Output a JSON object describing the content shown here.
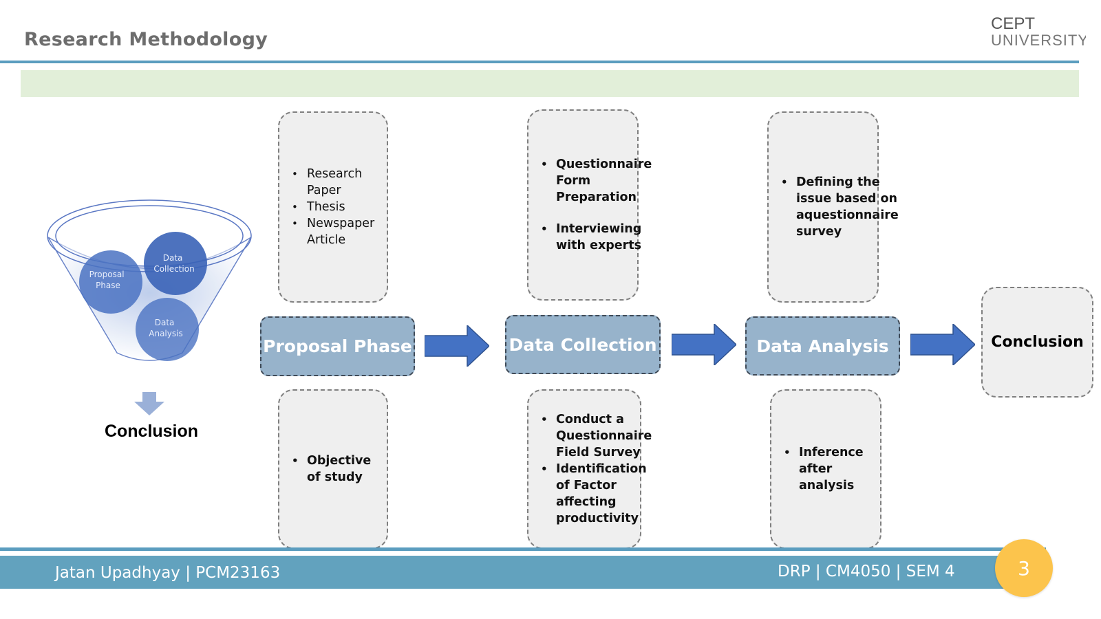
{
  "header": {
    "title": "Research Methodology",
    "logo_line1": "CEPT",
    "logo_line2": "UNIVERSITY"
  },
  "funnel": {
    "circles": [
      "Proposal Phase",
      "Data Collection",
      "Data Analysis"
    ],
    "circle_lines": {
      "proposal": [
        "Proposal",
        "Phase"
      ],
      "collection": [
        "Data",
        "Collection"
      ],
      "analysis": [
        "Data",
        "Analysis"
      ]
    },
    "result": "Conclusion"
  },
  "phases": [
    {
      "label": "Proposal Phase",
      "above": [
        "Research Paper",
        "Thesis",
        "Newspaper Article"
      ],
      "below": [
        "Objective of study"
      ]
    },
    {
      "label": "Data Collection",
      "above": [
        "Questionnaire Form Preparation",
        "Interviewing with experts"
      ],
      "below": [
        "Conduct a Questionnaire Field Survey",
        "Identification of Factor affecting productivity"
      ]
    },
    {
      "label": "Data Analysis",
      "above": [
        "Defining the issue based on aquestionnaire survey"
      ],
      "below": [
        "Inference after analysis"
      ]
    }
  ],
  "conclusion": "Conclusion",
  "footer": {
    "author": "Jatan Upadhyay | PCM23163",
    "course": "DRP | CM4050 | SEM 4",
    "page": "3"
  },
  "colors": {
    "accent_blue": "#5b9dbf",
    "phase_fill": "#97b3cb",
    "arrow_blue": "#4472c4",
    "page_badge": "#fcc44c",
    "green_band": "#e2efd9"
  }
}
